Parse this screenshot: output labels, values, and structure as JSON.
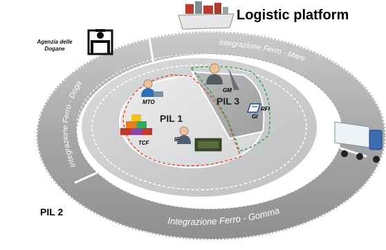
{
  "title": "Logistic platform",
  "customs_agent_label_line1": "Agenzia delle",
  "customs_agent_label_line2": "Dogane",
  "ring_segments": {
    "top": "Integrazione Ferro - Mare",
    "left": "Integrazione Ferro - Dogane",
    "bottom": "Integrazione Ferro - Gomma"
  },
  "platforms": {
    "pil1": "PIL 1",
    "pil2": "PIL 2",
    "pil3": "PIL 3"
  },
  "roles": {
    "mto": "MTO",
    "tcf": "TCF",
    "if": "IF",
    "gm": "GM",
    "gi": "GI",
    "rfi": "RFI"
  },
  "colors": {
    "ring_gray": "#a9aaac",
    "inner_gray": "#c8c9cb",
    "center_gray": "#dcdcde",
    "pil1_dash": "#e0442a",
    "pil3_dash": "#2e9e3c",
    "white_dash": "#ffffff"
  }
}
